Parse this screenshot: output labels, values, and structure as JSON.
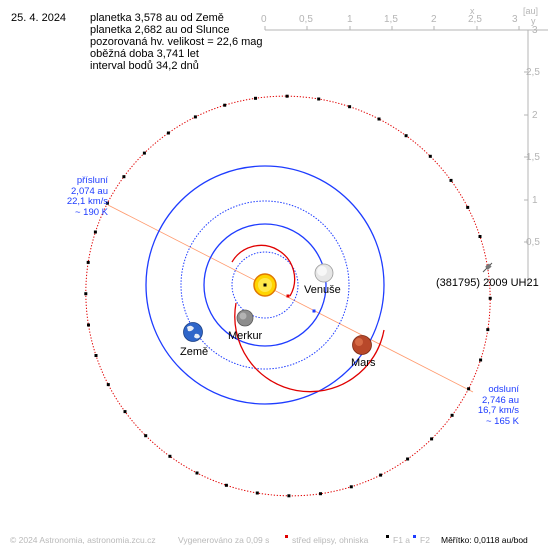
{
  "date": "25. 4. 2024",
  "info_lines": [
    "planetka 3,578 au od Země",
    "planetka 2,682 au od Slunce",
    "pozorovaná hv. velikost = 22,6 mag",
    "oběžná doba 3,741 let",
    "interval bodů 34,2 dnů"
  ],
  "scale_x": {
    "unit": "[au]",
    "axis_letter": "x",
    "ticks": [
      "0",
      "0,5",
      "1",
      "1,5",
      "2",
      "2,5",
      "3"
    ]
  },
  "scale_y": {
    "axis_letter": "y",
    "ticks": [
      "3",
      "2,5",
      "2",
      "1,5",
      "1",
      "0,5"
    ]
  },
  "perihelion": {
    "title": "přísluní",
    "distance": "2,074 au",
    "speed": "22,1 km/s",
    "temp": "~ 190 K"
  },
  "aphelion": {
    "title": "odsluní",
    "distance": "2,746 au",
    "speed": "16,7 km/s",
    "temp": "~ 165 K"
  },
  "planets": {
    "venus": "Venuše",
    "mercury": "Merkur",
    "earth": "Země",
    "mars": "Mars"
  },
  "asteroid_label": "(381795) 2009 UH21",
  "footer": {
    "copyright": "© 2024 Astronomia, astronomia.zcu.cz",
    "generated": "Vygenerováno za 0,09 s",
    "legend_center": "střed elipsy, ohniska",
    "legend_f1": "F1 a",
    "legend_f2": "F2",
    "scale": "Měřítko: 0,0118 au/bod"
  },
  "colors": {
    "asteroid_orbit": "#e00000",
    "planet_orbit": "#1e3cff",
    "apsis_line": "#ff9a6e",
    "scale": "#b4b4b4"
  }
}
